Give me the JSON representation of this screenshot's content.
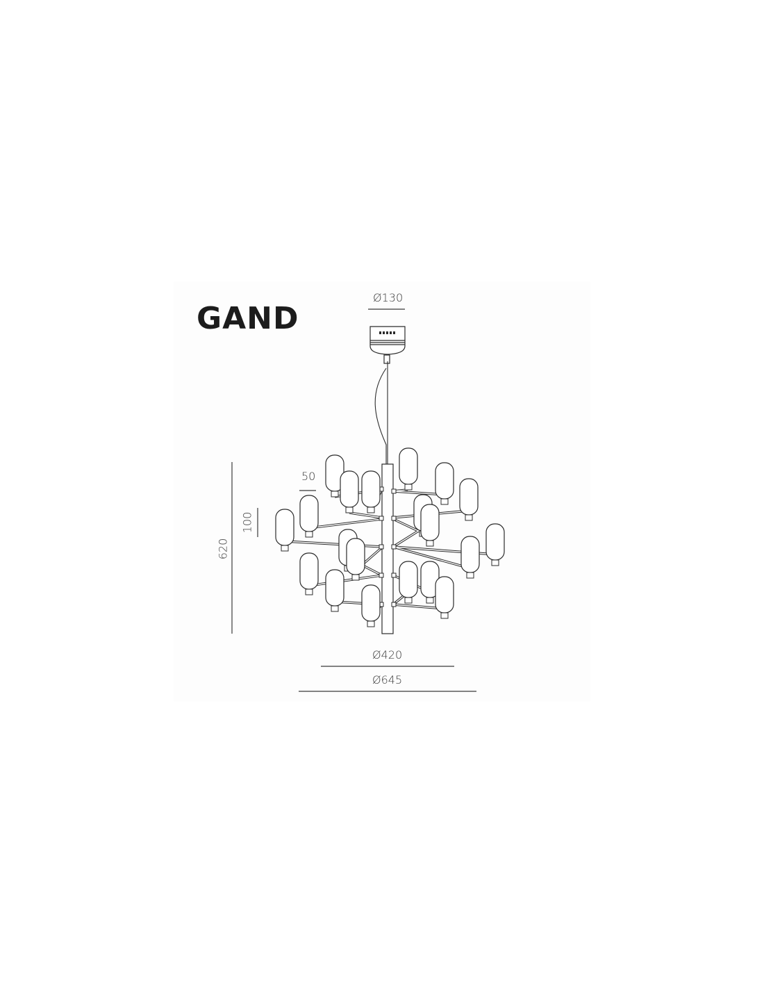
{
  "title": "GAND",
  "dimensions": {
    "canopy_diameter": "Ø130",
    "shade_width": "50",
    "shade_height": "100",
    "total_height": "620",
    "inner_diameter": "Ø420",
    "outer_diameter": "Ø645"
  },
  "drawing": {
    "subject": "pendant chandelier with 20 capsule glass shades on a central stem",
    "shade_count": 20,
    "line_color": "#3a3a3a",
    "stroke_color": "#2b2b2b"
  }
}
